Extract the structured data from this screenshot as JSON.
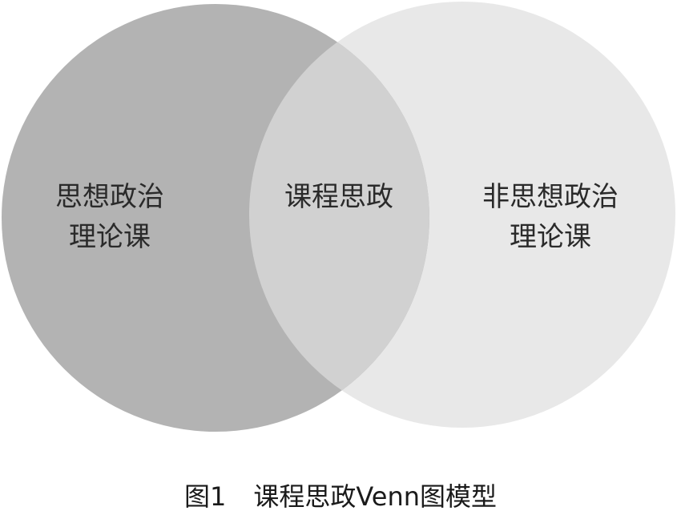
{
  "venn": {
    "left_set": {
      "line1": "思想政治",
      "line2": "理论课",
      "color": "#b3b3b3"
    },
    "right_set": {
      "line1": "非思想政治",
      "line2": "理论课",
      "color": "#e8e8e8"
    },
    "intersection": {
      "label": "课程思政",
      "color": "#d1d1d1"
    }
  },
  "caption": {
    "figure_number": "图1",
    "title": "课程思政Venn图模型"
  }
}
